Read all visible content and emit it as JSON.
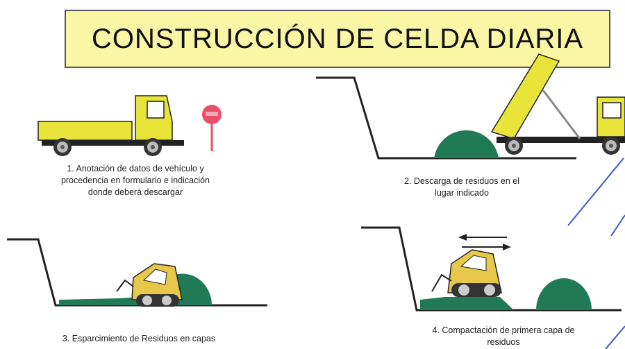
{
  "title": "CONSTRUCCIÓN DE CELDA DIARIA",
  "colors": {
    "title_bg": "#fbf5a6",
    "truck_body": "#e8e43a",
    "waste_mound": "#217a56",
    "outline": "#222222",
    "stop_sign": "#e8506a",
    "machine": "#e8c84a"
  },
  "steps": [
    {
      "lines": [
        "1. Anotación de datos de vehículo y",
        "procedencia en formulario e indicación",
        "donde deberá descargar"
      ]
    },
    {
      "lines": [
        "2. Descarga de residuos en el",
        "lugar indicado"
      ]
    },
    {
      "lines": [
        "3. Esparcimiento de Residuos en capas"
      ]
    },
    {
      "lines": [
        "4. Compactación de primera capa de",
        "residuos"
      ]
    }
  ]
}
